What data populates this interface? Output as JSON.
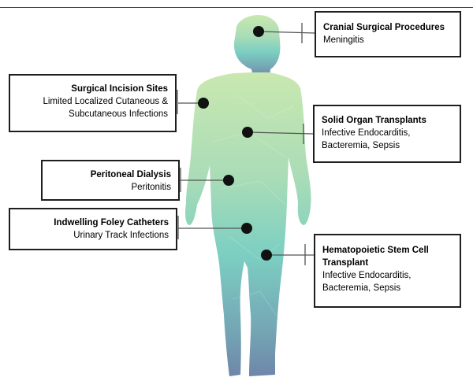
{
  "callouts": [
    {
      "id": "cranial",
      "title": "Cranial Surgical Procedures",
      "description": "Meningitis"
    },
    {
      "id": "incision",
      "title": "Surgical Incision Sites",
      "description": "Limited Localized Cutaneous & Subcutaneous Infections"
    },
    {
      "id": "organ",
      "title": "Solid Organ Transplants",
      "description": "Infective Endocarditis, Bacteremia, Sepsis"
    },
    {
      "id": "dialysis",
      "title": "Peritoneal Dialysis",
      "description": "Peritonitis"
    },
    {
      "id": "foley",
      "title": "Indwelling Foley Catheters",
      "description": "Urinary Track Infections"
    },
    {
      "id": "stemcell",
      "title": "Hematopoietic Stem Cell Transplant",
      "description": "Infective Endocarditis, Bacteremia, Sepsis"
    }
  ],
  "colors": {
    "body_top": "#c9e8b0",
    "body_mid": "#7ccfc2",
    "body_bottom": "#6f86aa",
    "marker": "#111111",
    "connector": "#555555",
    "box_border": "#1e1e1e"
  }
}
